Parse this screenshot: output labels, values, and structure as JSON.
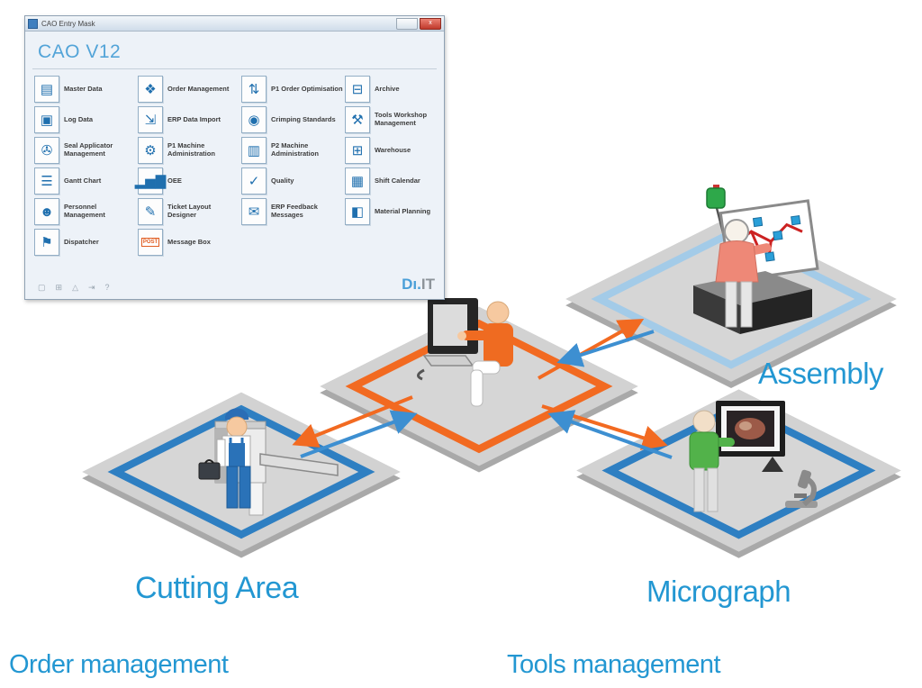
{
  "window": {
    "title": "CAO Entry Mask",
    "header": "CAO V12",
    "close_label": "x",
    "logo": {
      "blue": "Dı.",
      "gray": "IT"
    },
    "apps": [
      {
        "label": "Master Data",
        "icon": "▤"
      },
      {
        "label": "Order Management",
        "icon": "❖"
      },
      {
        "label": "P1 Order Optimisation",
        "icon": "⇅"
      },
      {
        "label": "Archive",
        "icon": "⊟"
      },
      {
        "label": "Log Data",
        "icon": "▣"
      },
      {
        "label": "ERP Data Import",
        "icon": "⇲"
      },
      {
        "label": "Crimping Standards",
        "icon": "◉"
      },
      {
        "label": "Tools Workshop Management",
        "icon": "⚒"
      },
      {
        "label": "Seal Applicator Management",
        "icon": "✇"
      },
      {
        "label": "P1 Machine Administration",
        "icon": "⚙"
      },
      {
        "label": "P2 Machine Administration",
        "icon": "▥"
      },
      {
        "label": "Warehouse",
        "icon": "⊞"
      },
      {
        "label": "Gantt Chart",
        "icon": "☰"
      },
      {
        "label": "OEE",
        "icon": "▂▅▇"
      },
      {
        "label": "Quality",
        "icon": "✓"
      },
      {
        "label": "Shift Calendar",
        "icon": "▦"
      },
      {
        "label": "Personnel Management",
        "icon": "☻"
      },
      {
        "label": "Ticket Layout Designer",
        "icon": "✎"
      },
      {
        "label": "ERP Feedback Messages",
        "icon": "✉"
      },
      {
        "label": "Material Planning",
        "icon": "◧"
      },
      {
        "label": "Dispatcher",
        "icon": "⚑"
      },
      {
        "label": "Message Box",
        "icon": "POST"
      }
    ],
    "footer_icons": [
      {
        "name": "document-icon",
        "glyph": "▢"
      },
      {
        "name": "table-icon",
        "glyph": "⊞"
      },
      {
        "name": "warning-icon",
        "glyph": "△"
      },
      {
        "name": "export-icon",
        "glyph": "⇥"
      },
      {
        "name": "help-icon",
        "glyph": "?"
      }
    ]
  },
  "diagram": {
    "area_labels": {
      "assembly": "Assembly",
      "cutting": "Cutting Area",
      "micrograph": "Micrograph"
    },
    "captions": {
      "order": "Order management",
      "tools": "Tools management"
    },
    "colors": {
      "center_border": "#f26a21",
      "assembly_border": "#a3cbe8",
      "area_border": "#2e7fc2",
      "label_blue": "#2397d2",
      "arrow_orange": "#f26a21",
      "arrow_blue": "#3d8fd1"
    }
  }
}
